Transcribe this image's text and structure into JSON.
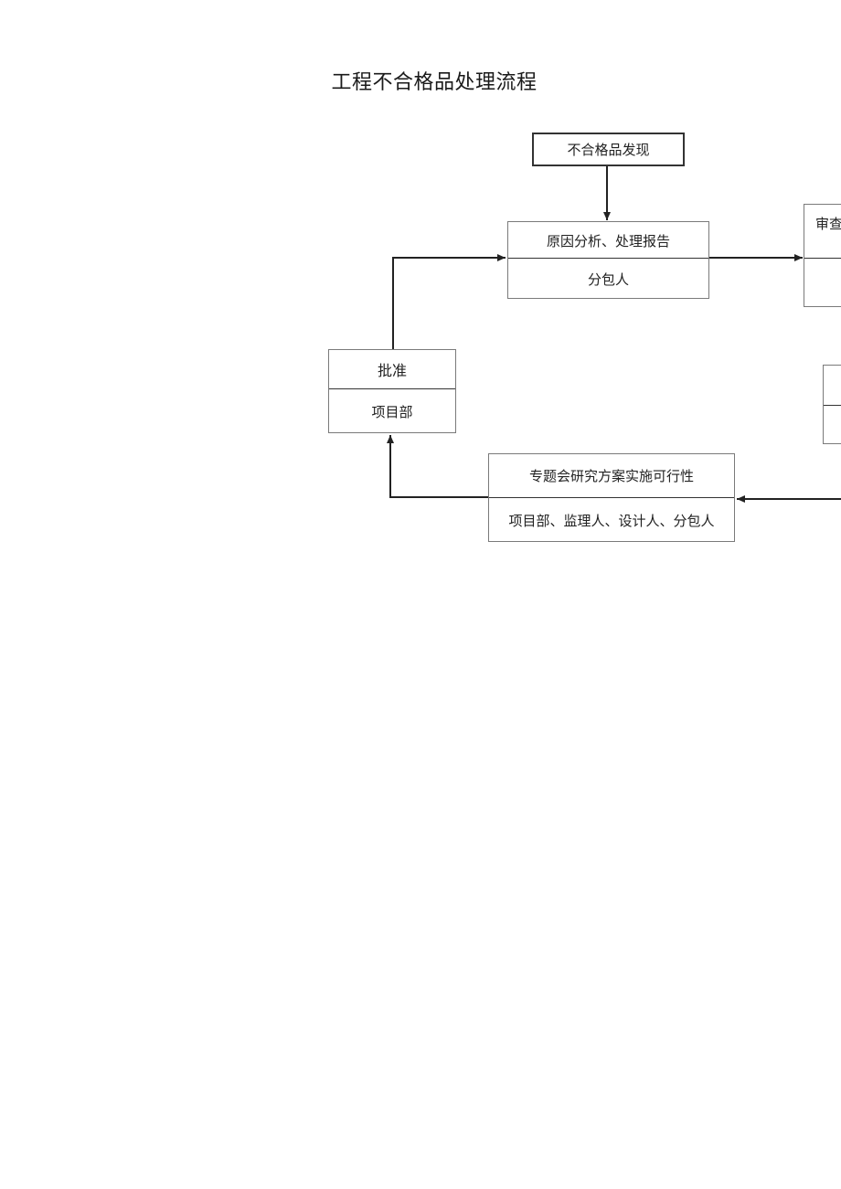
{
  "title": "工程不合格品处理流程",
  "nodes": {
    "discovery": {
      "label": "不合格品发现"
    },
    "analysis": {
      "label": "原因分析、处理报告",
      "role": "分包人"
    },
    "review": {
      "label": "审查"
    },
    "approve": {
      "label": "批准",
      "role": "项目部"
    },
    "meeting": {
      "label": "专题会研究方案实施可行性",
      "role": "项目部、监理人、设计人、分包人"
    }
  },
  "colors": {
    "line": "#222222",
    "box_border": "#7a7a7a"
  }
}
